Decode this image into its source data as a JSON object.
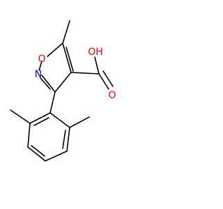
{
  "molecule": {
    "atoms": {
      "ring_oxygen": {
        "symbol": "O",
        "color": "#ff0000"
      },
      "ring_nitrogen": {
        "symbol": "N",
        "color": "#0000ff"
      },
      "carbonyl_oxygen": {
        "symbol": "O",
        "color": "#ff0000"
      },
      "hydroxyl": {
        "symbol": "OH",
        "color": "#ff0000"
      }
    },
    "bond_color": "#000000"
  }
}
